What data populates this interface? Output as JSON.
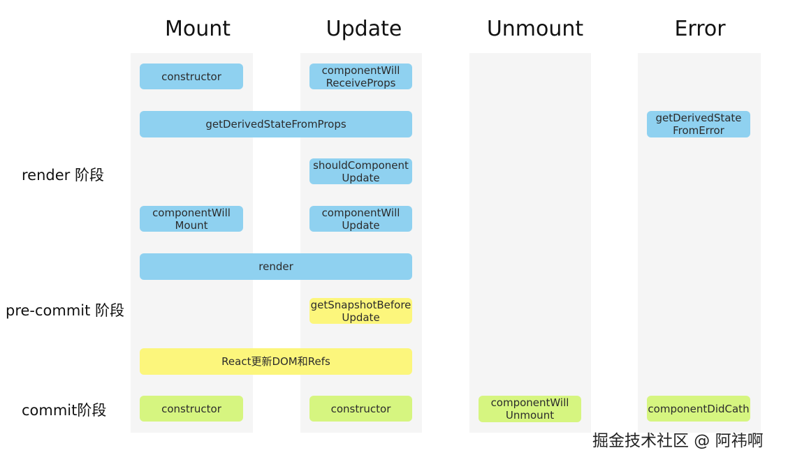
{
  "columns": {
    "mount": "Mount",
    "update": "Update",
    "unmount": "Unmount",
    "error": "Error"
  },
  "phases": {
    "render": "render 阶段",
    "precommit": "pre-commit 阶段",
    "commit": "commit阶段"
  },
  "boxes": {
    "mount_constructor": "constructor",
    "update_cwrp_1": "componentWill",
    "update_cwrp_2": "ReceiveProps",
    "getDerivedStateFromProps": "getDerivedStateFromProps",
    "error_gdsfe_1": "getDerivedState",
    "error_gdsfe_2": "FromError",
    "update_scu_1": "shouldComponent",
    "update_scu_2": "Update",
    "mount_cwm_1": "componentWill",
    "mount_cwm_2": "Mount",
    "update_cwu_1": "componentWill",
    "update_cwu_2": "Update",
    "render": "render",
    "update_gsbu_1": "getSnapshotBefore",
    "update_gsbu_2": "Update",
    "react_update_dom": "React更新DOM和Refs",
    "commit_mount": "constructor",
    "commit_update": "constructor",
    "unmount_cwu_1": "componentWill",
    "unmount_cwu_2": "Unmount",
    "error_cdc": "componentDidCath"
  },
  "watermark": "掘金技术社区 @ 阿祎啊",
  "colors": {
    "render_phase": "#8fd1f0",
    "precommit_phase": "#fcf67c",
    "commit_phase": "#d6f580",
    "column_background": "#f5f5f5"
  }
}
